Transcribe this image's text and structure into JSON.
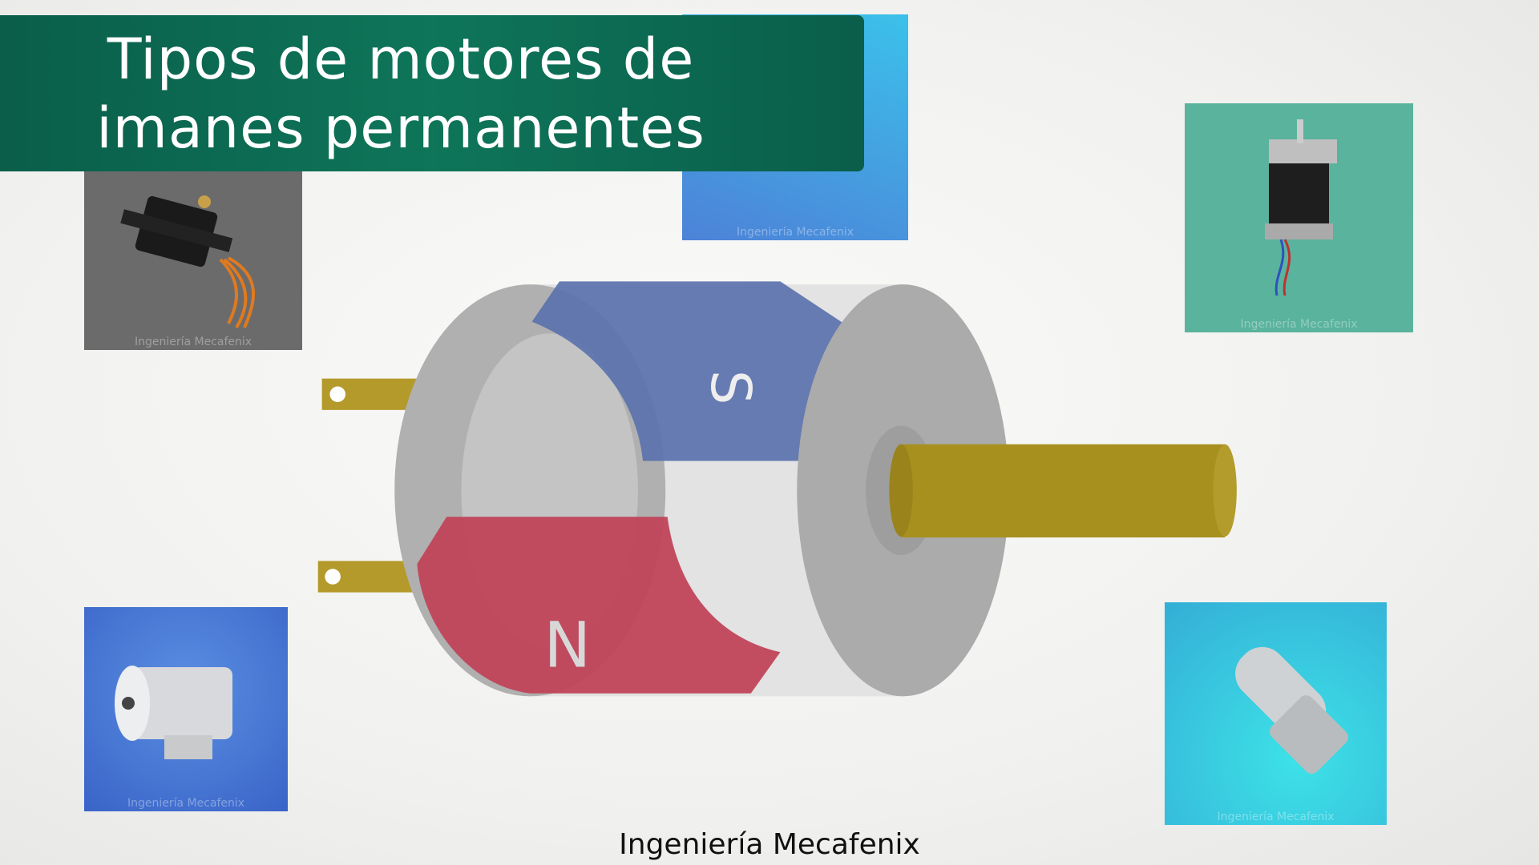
{
  "title": {
    "line1": "Tipos de motores de",
    "line2": "imanes permanentes"
  },
  "caption": "Ingeniería Mecafenix",
  "watermark": "Ingeniería Mecafenix",
  "motor": {
    "north_label": "N",
    "south_label": "S"
  },
  "photos": [
    {
      "name": "servo-motor",
      "bg": "#6b6b6b"
    },
    {
      "name": "blue-motor",
      "bg": "#4aa6e0"
    },
    {
      "name": "stepper-motor",
      "bg": "#5ab39c"
    },
    {
      "name": "brushless-motor",
      "bg": "#3f74d4"
    },
    {
      "name": "gear-motor",
      "bg": "#38c4d8"
    }
  ],
  "colors": {
    "banner": "#0e7559",
    "magnet_north": "#c0455a",
    "magnet_south": "#5a72ac",
    "shaft": "#a8901f"
  }
}
